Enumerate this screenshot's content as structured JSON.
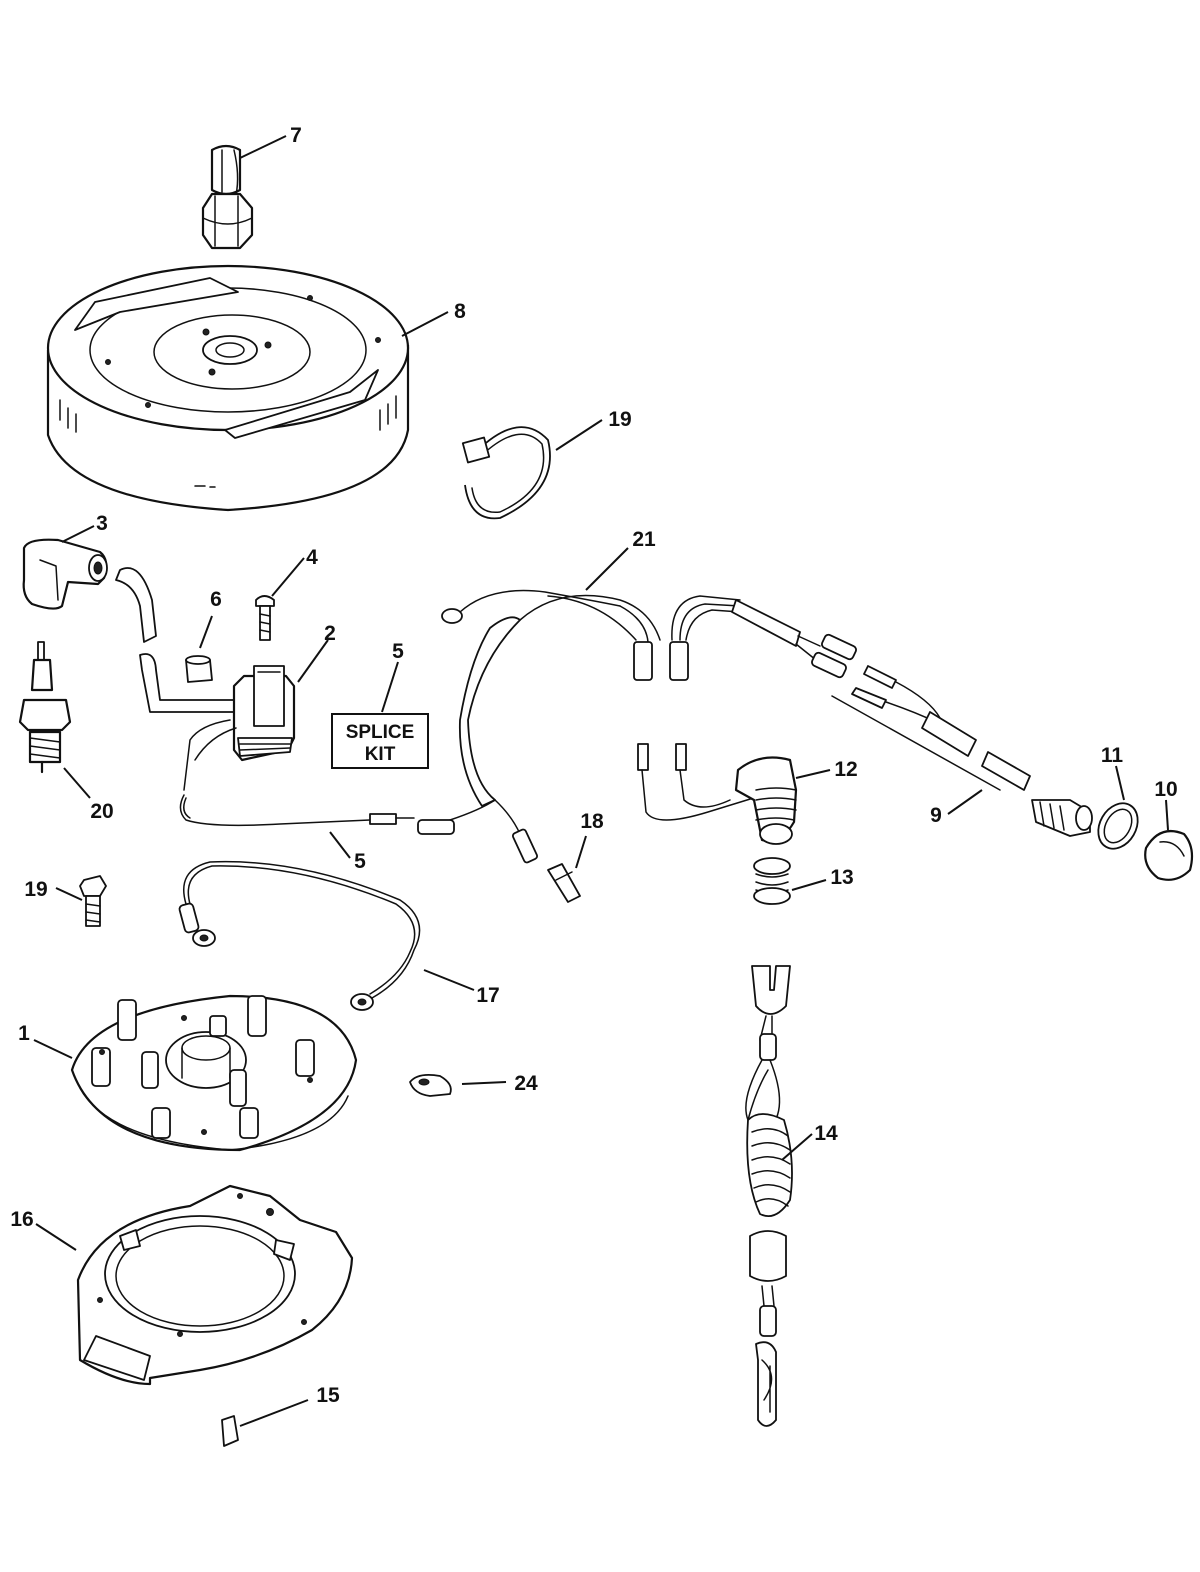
{
  "diagram": {
    "splice_kit_line1": "SPLICE",
    "splice_kit_line2": "KIT",
    "callouts": {
      "c1": "1",
      "c2": "2",
      "c3": "3",
      "c4": "4",
      "c5a": "5",
      "c5b": "5",
      "c6": "6",
      "c7": "7",
      "c8": "8",
      "c9": "9",
      "c10": "10",
      "c11": "11",
      "c12": "12",
      "c13": "13",
      "c14": "14",
      "c15": "15",
      "c16": "16",
      "c17": "17",
      "c18": "18",
      "c19a": "19",
      "c19b": "19",
      "c20": "20",
      "c21": "21",
      "c24": "24"
    }
  }
}
